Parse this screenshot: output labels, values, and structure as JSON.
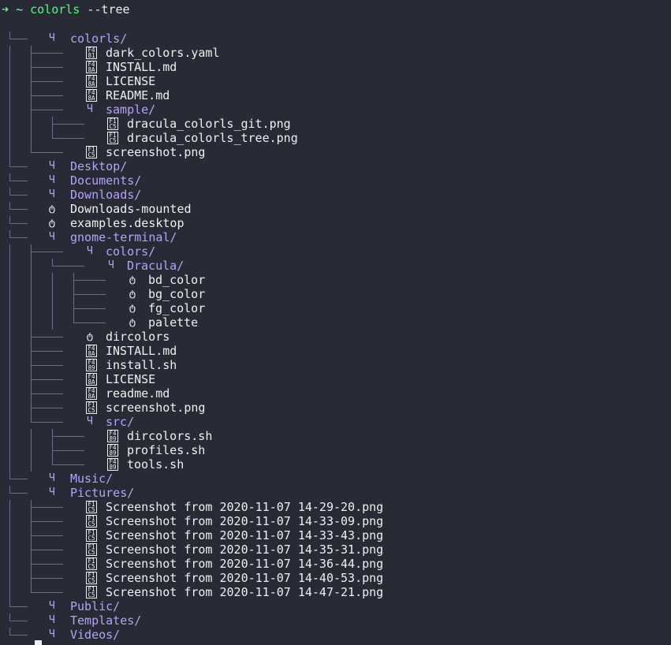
{
  "prompt": {
    "arrow": "➜",
    "cwd": "~",
    "command": "colorls",
    "args": "--tree"
  },
  "icons": {
    "dir": "Ч",
    "link": "ტ"
  },
  "colors": {
    "background": "#282a36",
    "directory": "#b6a3f5",
    "tree_line": "#6d6898",
    "prompt_green": "#50fa7b"
  },
  "tree": [
    {
      "depth": 0,
      "kind": "dir",
      "name": "colorls/"
    },
    {
      "depth": 1,
      "kind": "file",
      "code": "F481",
      "name": "dark_colors.yaml"
    },
    {
      "depth": 1,
      "kind": "file",
      "code": "F48A",
      "name": "INSTALL.md"
    },
    {
      "depth": 1,
      "kind": "file",
      "code": "F48A",
      "name": "LICENSE"
    },
    {
      "depth": 1,
      "kind": "file",
      "code": "F48A",
      "name": "README.md"
    },
    {
      "depth": 1,
      "kind": "dir",
      "name": "sample/"
    },
    {
      "depth": 2,
      "kind": "file",
      "code": "F1C5",
      "name": "dracula_colorls_git.png"
    },
    {
      "depth": 2,
      "kind": "file",
      "code": "F1C5",
      "name": "dracula_colorls_tree.png"
    },
    {
      "depth": 1,
      "kind": "file",
      "code": "F1C5",
      "name": "screenshot.png"
    },
    {
      "depth": 0,
      "kind": "dir",
      "name": "Desktop/"
    },
    {
      "depth": 0,
      "kind": "dir",
      "name": "Documents/"
    },
    {
      "depth": 0,
      "kind": "dir",
      "name": "Downloads/"
    },
    {
      "depth": 0,
      "kind": "link",
      "name": "Downloads-mounted"
    },
    {
      "depth": 0,
      "kind": "link",
      "name": "examples.desktop"
    },
    {
      "depth": 0,
      "kind": "dir",
      "name": "gnome-terminal/"
    },
    {
      "depth": 1,
      "kind": "dir",
      "name": "colors/"
    },
    {
      "depth": 2,
      "kind": "dir",
      "name": "Dracula/"
    },
    {
      "depth": 3,
      "kind": "link",
      "name": "bd_color"
    },
    {
      "depth": 3,
      "kind": "link",
      "name": "bg_color"
    },
    {
      "depth": 3,
      "kind": "link",
      "name": "fg_color"
    },
    {
      "depth": 3,
      "kind": "link",
      "name": "palette"
    },
    {
      "depth": 1,
      "kind": "link",
      "name": "dircolors"
    },
    {
      "depth": 1,
      "kind": "file",
      "code": "F48A",
      "name": "INSTALL.md"
    },
    {
      "depth": 1,
      "kind": "file",
      "code": "F489",
      "name": "install.sh"
    },
    {
      "depth": 1,
      "kind": "file",
      "code": "F48A",
      "name": "LICENSE"
    },
    {
      "depth": 1,
      "kind": "file",
      "code": "F48A",
      "name": "readme.md"
    },
    {
      "depth": 1,
      "kind": "file",
      "code": "F1C5",
      "name": "screenshot.png"
    },
    {
      "depth": 1,
      "kind": "dir",
      "name": "src/"
    },
    {
      "depth": 2,
      "kind": "file",
      "code": "F489",
      "name": "dircolors.sh"
    },
    {
      "depth": 2,
      "kind": "file",
      "code": "F489",
      "name": "profiles.sh"
    },
    {
      "depth": 2,
      "kind": "file",
      "code": "F489",
      "name": "tools.sh"
    },
    {
      "depth": 0,
      "kind": "dir",
      "name": "Music/"
    },
    {
      "depth": 0,
      "kind": "dir",
      "name": "Pictures/"
    },
    {
      "depth": 1,
      "kind": "file",
      "code": "F1C5",
      "name": "Screenshot from 2020-11-07 14-29-20.png"
    },
    {
      "depth": 1,
      "kind": "file",
      "code": "F1C5",
      "name": "Screenshot from 2020-11-07 14-33-09.png"
    },
    {
      "depth": 1,
      "kind": "file",
      "code": "F1C5",
      "name": "Screenshot from 2020-11-07 14-33-43.png"
    },
    {
      "depth": 1,
      "kind": "file",
      "code": "F1C5",
      "name": "Screenshot from 2020-11-07 14-35-31.png"
    },
    {
      "depth": 1,
      "kind": "file",
      "code": "F1C5",
      "name": "Screenshot from 2020-11-07 14-36-44.png"
    },
    {
      "depth": 1,
      "kind": "file",
      "code": "F1C5",
      "name": "Screenshot from 2020-11-07 14-40-53.png"
    },
    {
      "depth": 1,
      "kind": "file",
      "code": "F1C5",
      "name": "Screenshot from 2020-11-07 14-47-21.png"
    },
    {
      "depth": 0,
      "kind": "dir",
      "name": "Public/"
    },
    {
      "depth": 0,
      "kind": "dir",
      "name": "Templates/"
    },
    {
      "depth": 0,
      "kind": "dir",
      "name": "Videos/"
    }
  ]
}
